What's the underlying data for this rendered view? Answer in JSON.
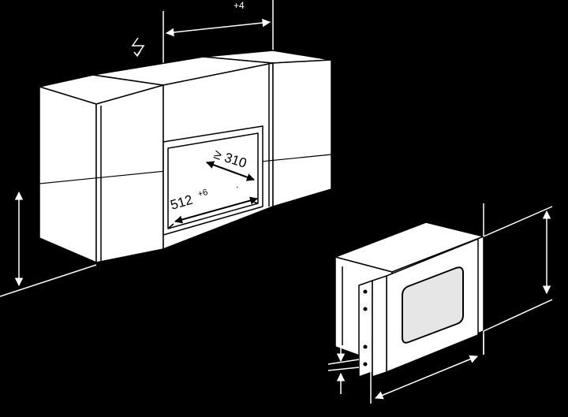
{
  "dimensions": {
    "top_offset": "+4",
    "niche_depth": "≥ 310",
    "niche_width": "512",
    "niche_width_tolerance": "+6",
    "marker_dot": "˙"
  },
  "colors": {
    "background": "#000000",
    "panel": "#ffffff",
    "stroke": "#000000",
    "window_fill": "#e6e6e6"
  },
  "icons": [
    "power-connection-icon"
  ]
}
